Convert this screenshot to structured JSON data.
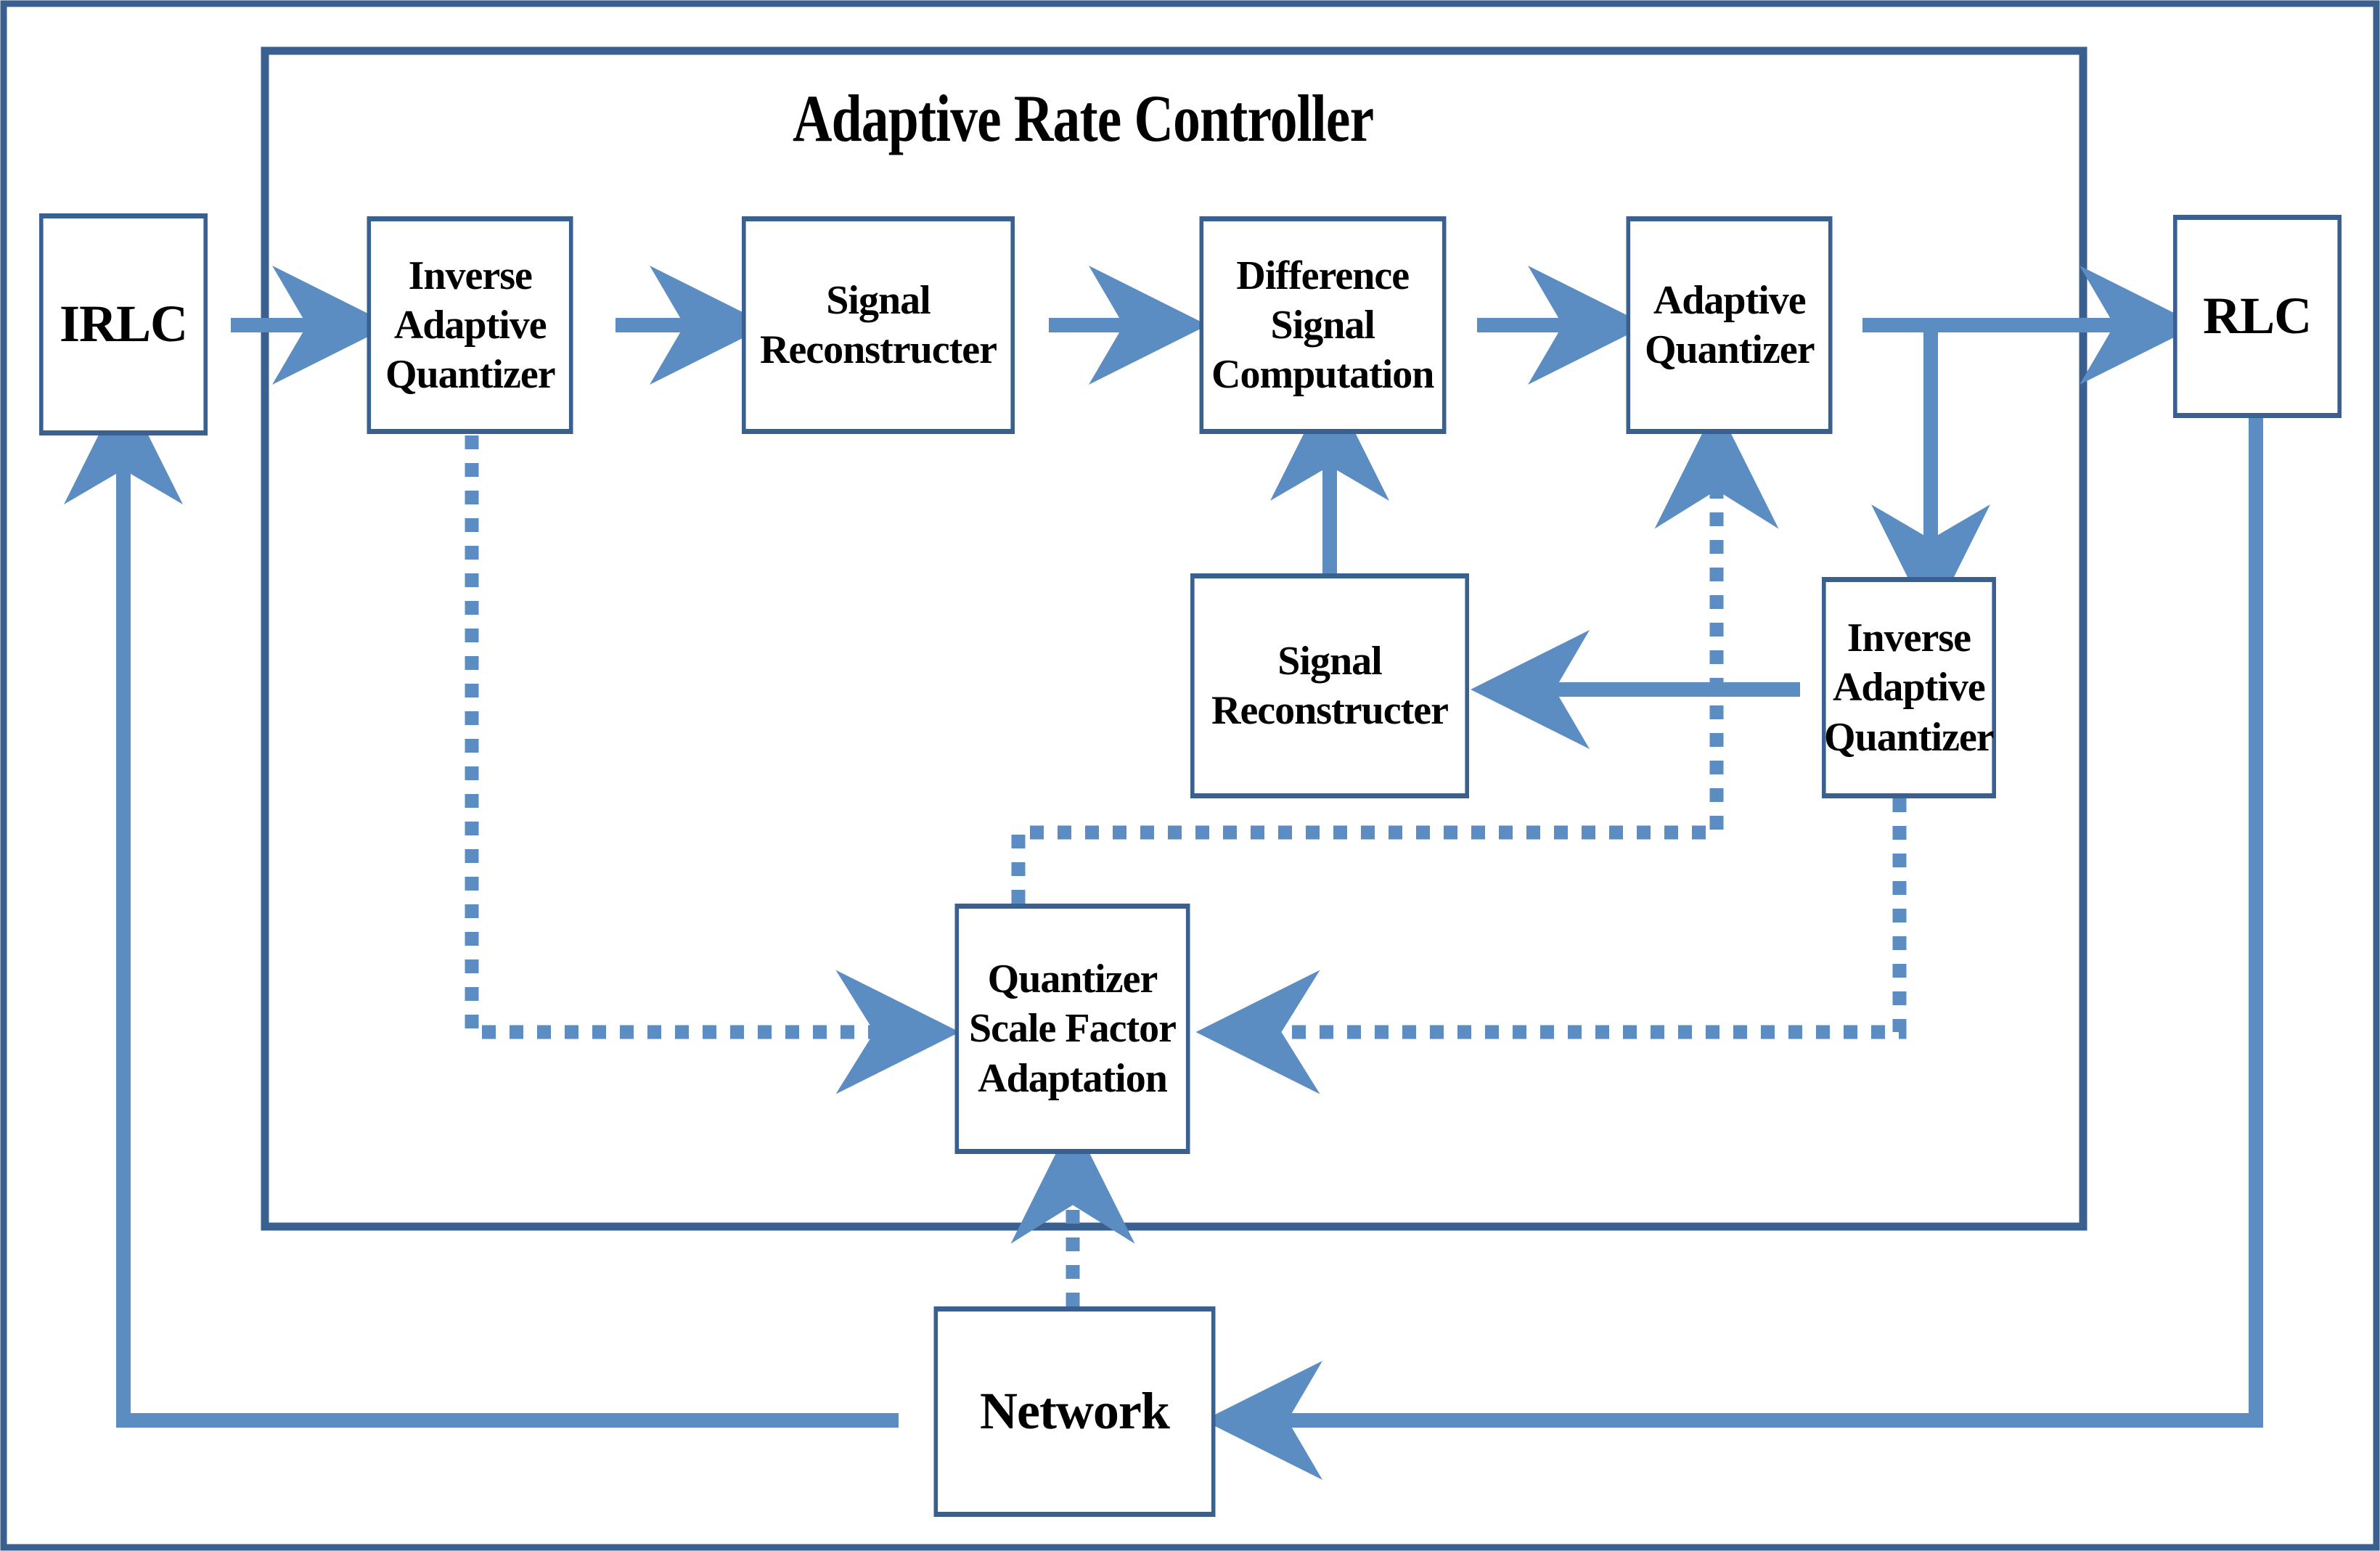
{
  "diagram": {
    "title": "Adaptive Rate Controller",
    "colors": {
      "box_border": "#39608f",
      "solid_arrow": "#5b8cc2",
      "dotted_arrow": "#5b8cc2",
      "frame_border": "#39608f",
      "text": "#000000",
      "background": "#ffffff"
    },
    "outer_frame": {
      "label": "outer-frame"
    },
    "controller_frame": {
      "label": "adaptive-rate-controller-frame"
    },
    "blocks": [
      {
        "id": "irlc",
        "label": "IRLC"
      },
      {
        "id": "inv-adapt-quant-left",
        "label": "Inverse\nAdaptive\nQuantizer"
      },
      {
        "id": "signal-recon-top",
        "label": "Signal\nReconstructer"
      },
      {
        "id": "diff-signal-comp",
        "label": "Difference\nSignal\nComputation"
      },
      {
        "id": "adaptive-quantizer",
        "label": "Adaptive\nQuantizer"
      },
      {
        "id": "rlc",
        "label": "RLC"
      },
      {
        "id": "inv-adapt-quant-right",
        "label": "Inverse\nAdaptive\nQuantizer"
      },
      {
        "id": "signal-recon-mid",
        "label": "Signal\nReconstructer"
      },
      {
        "id": "qsf-adaptation",
        "label": "Quantizer\nScale Factor\nAdaptation"
      },
      {
        "id": "network",
        "label": "Network"
      }
    ],
    "connections": [
      {
        "from": "irlc",
        "to": "inv-adapt-quant-left",
        "style": "solid"
      },
      {
        "from": "inv-adapt-quant-left",
        "to": "signal-recon-top",
        "style": "solid"
      },
      {
        "from": "signal-recon-top",
        "to": "diff-signal-comp",
        "style": "solid"
      },
      {
        "from": "diff-signal-comp",
        "to": "adaptive-quantizer",
        "style": "solid"
      },
      {
        "from": "adaptive-quantizer",
        "to": "rlc",
        "style": "solid"
      },
      {
        "from": "adaptive-quantizer",
        "to": "inv-adapt-quant-right",
        "style": "solid"
      },
      {
        "from": "inv-adapt-quant-right",
        "to": "signal-recon-mid",
        "style": "solid"
      },
      {
        "from": "signal-recon-mid",
        "to": "diff-signal-comp",
        "style": "solid"
      },
      {
        "from": "inv-adapt-quant-left",
        "to": "qsf-adaptation",
        "style": "dotted"
      },
      {
        "from": "inv-adapt-quant-right",
        "to": "qsf-adaptation",
        "style": "dotted"
      },
      {
        "from": "qsf-adaptation",
        "to": "adaptive-quantizer",
        "style": "dotted"
      },
      {
        "from": "network",
        "to": "qsf-adaptation",
        "style": "dotted"
      },
      {
        "from": "rlc",
        "to": "network",
        "style": "solid"
      },
      {
        "from": "network",
        "to": "irlc",
        "style": "solid"
      }
    ]
  }
}
